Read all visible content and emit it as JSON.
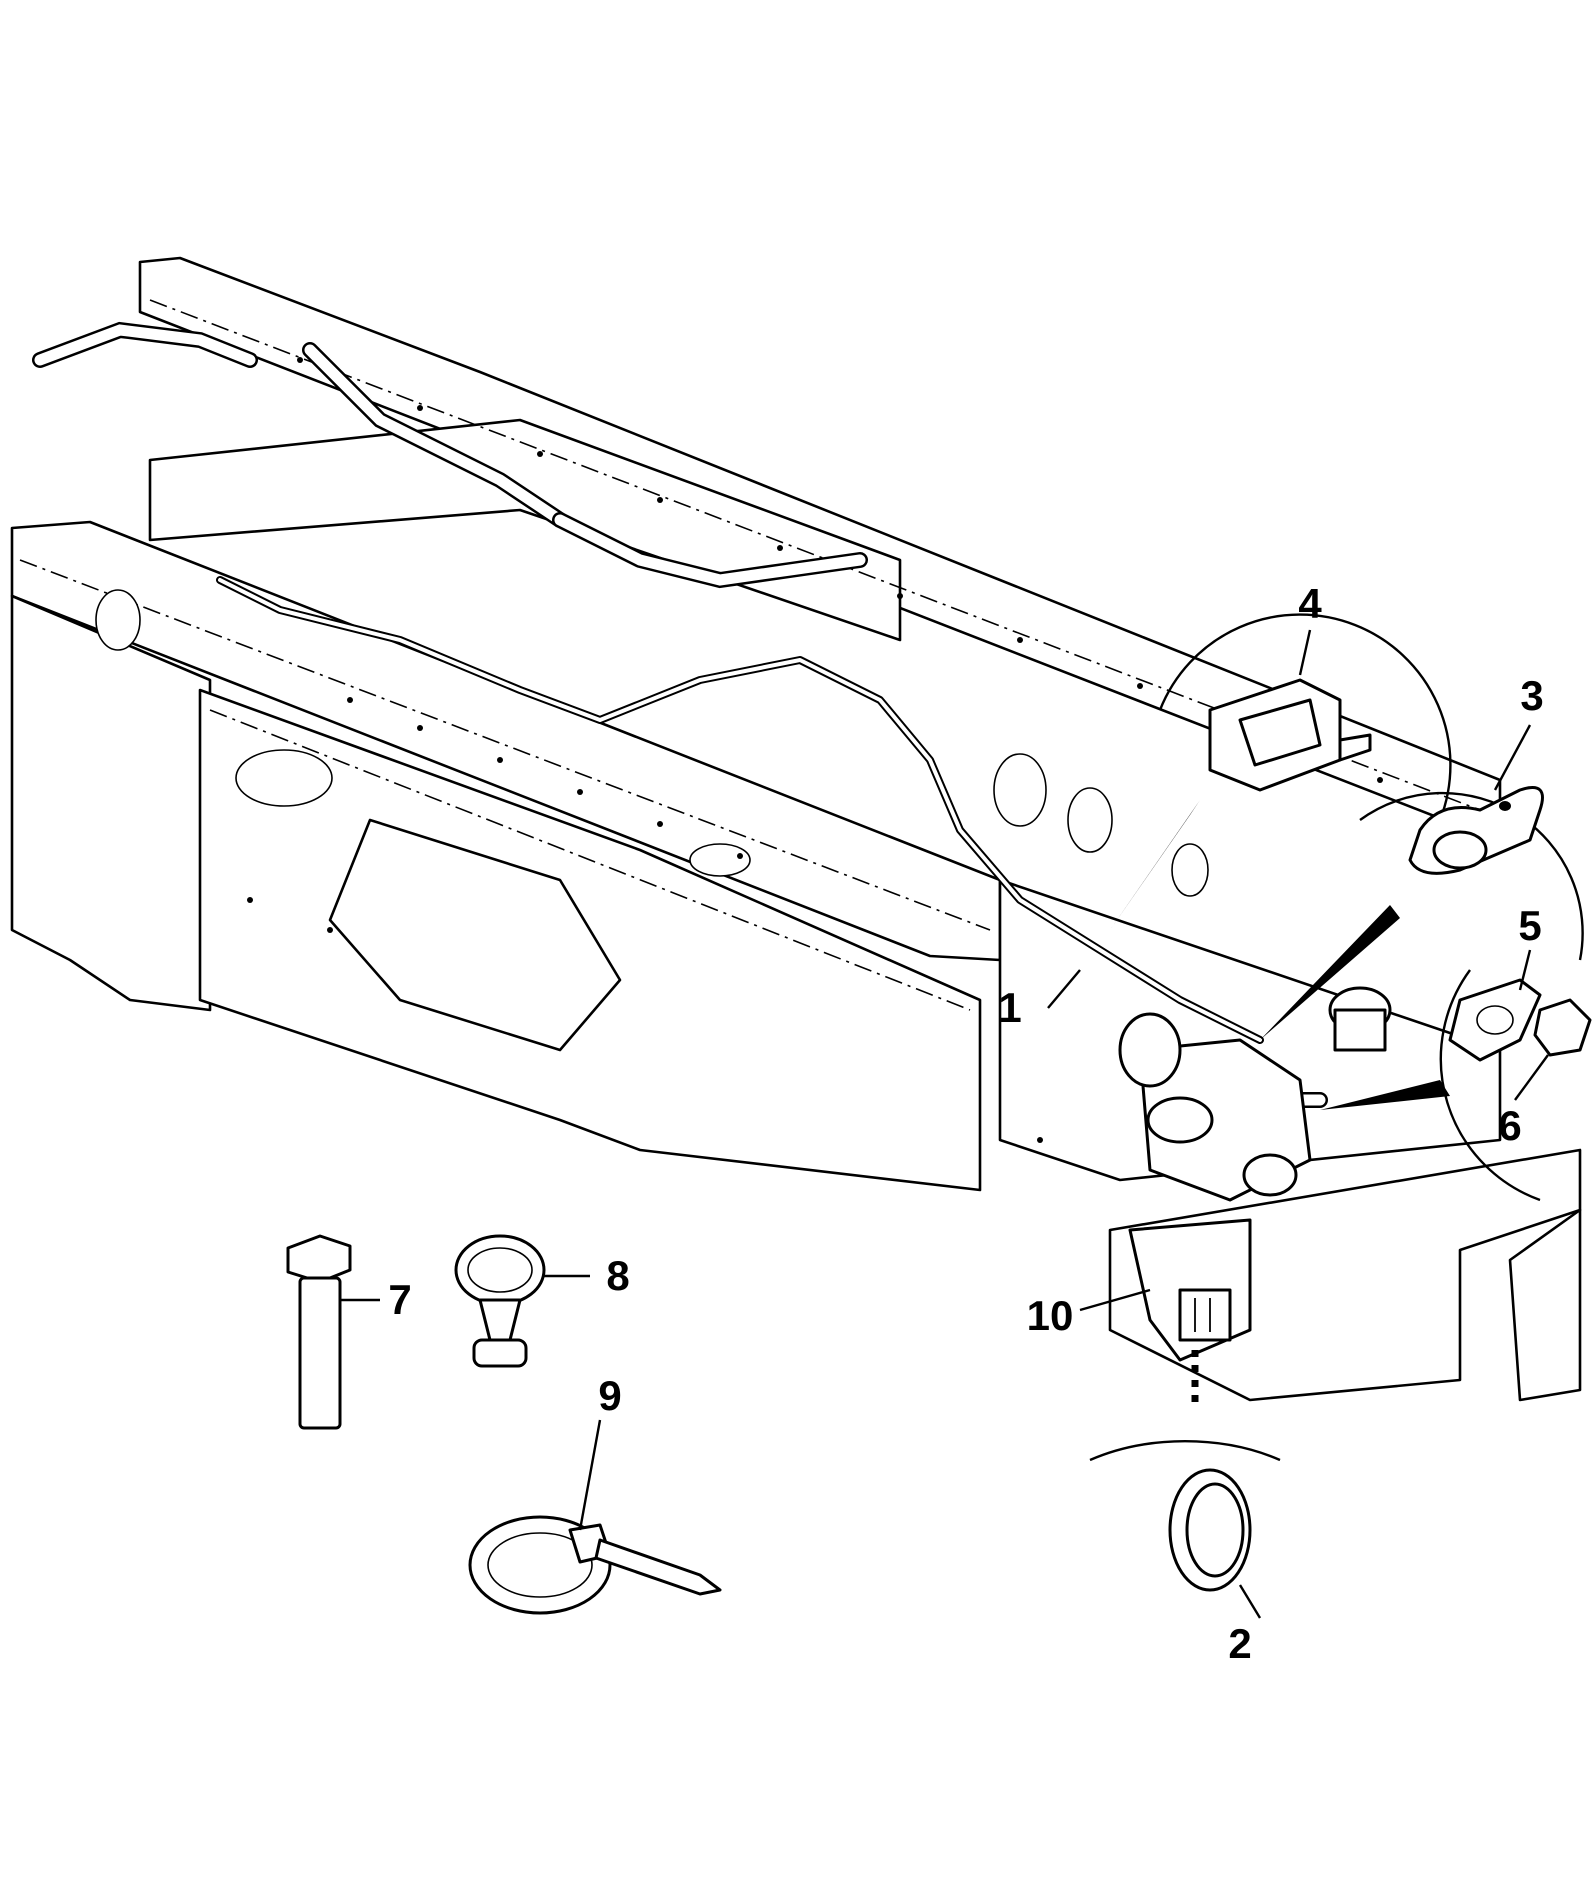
{
  "callouts": [
    {
      "id": "1",
      "label": "1",
      "part": "cable-assembly"
    },
    {
      "id": "2",
      "label": "2",
      "part": "grommet"
    },
    {
      "id": "3",
      "label": "3",
      "part": "p-clip"
    },
    {
      "id": "4",
      "label": "4",
      "part": "channel-clip"
    },
    {
      "id": "5",
      "label": "5",
      "part": "bracket-washer"
    },
    {
      "id": "6",
      "label": "6",
      "part": "nut"
    },
    {
      "id": "7",
      "label": "7",
      "part": "bolt"
    },
    {
      "id": "8",
      "label": "8",
      "part": "band-clamp"
    },
    {
      "id": "9",
      "label": "9",
      "part": "cable-tie"
    },
    {
      "id": "10",
      "label": "10",
      "part": "mounting-bracket"
    }
  ]
}
